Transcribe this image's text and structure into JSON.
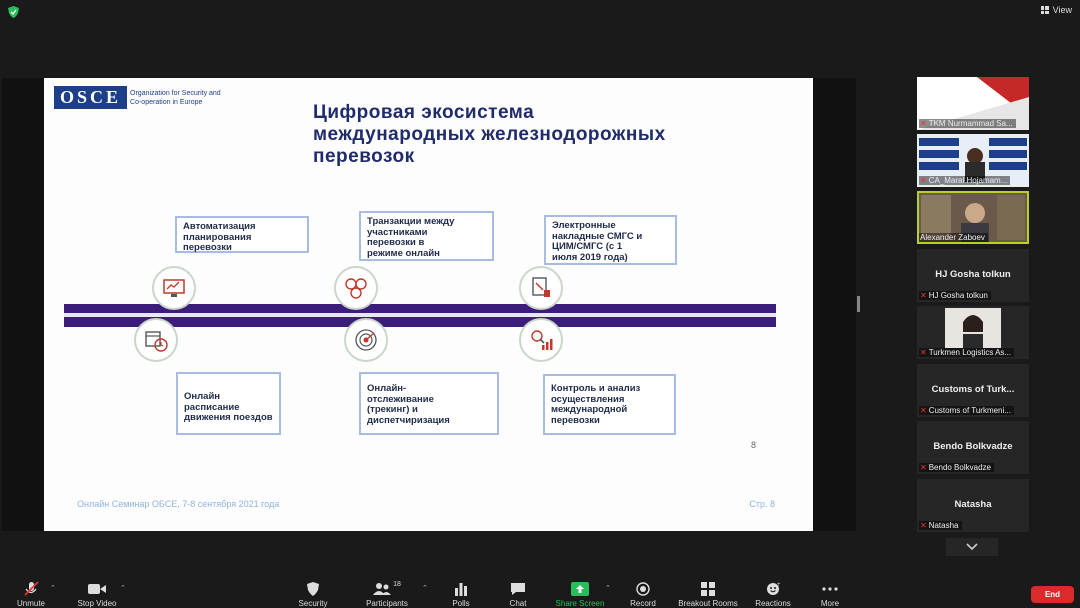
{
  "topbar": {
    "view_label": "View"
  },
  "slide": {
    "org_logo_text": "OSCE",
    "org_name": "Organization for Security and\nCo-operation in Europe",
    "title": "Цифровая экосистема\nмеждународных железнодорожных\nперевозок",
    "boxes": [
      "Автоматизация\nпланирования\nперевозки",
      "Транзакции между\nучастниками\nперевозки в\nрежиме онлайн",
      "Электронные\nнакладные СМГС и\nЦИМ/СМГС (с 1\nиюля 2019 года)",
      "Онлайн расписание\nдвижения поездов",
      "Онлайн-\nотслеживание\n(трекинг) и\nдиспетчиризация",
      "Контроль и анализ\nосуществления\nмеждународной\nперевозки"
    ],
    "page_number": "8",
    "footer_left": "Онлайн Семинар ОБСЕ, 7-8 сентября 2021 года",
    "footer_right": "Стр. 8"
  },
  "participants": [
    {
      "label": "TKM Nurmammad Sa...",
      "type": "video"
    },
    {
      "label": "CA_Maral Hojamam...",
      "type": "video"
    },
    {
      "label": "Alexander Zaboev",
      "type": "video",
      "active": true
    },
    {
      "display_name": "HJ Gosha tolkun",
      "label": "HJ Gosha tolkun",
      "type": "name"
    },
    {
      "label": "Turkmen Logistics As...",
      "type": "video"
    },
    {
      "display_name": "Customs of Turk...",
      "label": "Customs of Turkmeni...",
      "type": "name"
    },
    {
      "display_name": "Bendo Bolkvadze",
      "label": "Bendo Bolkvadze",
      "type": "name"
    },
    {
      "display_name": "Natasha",
      "label": "Natasha",
      "type": "name"
    }
  ],
  "toolbar": {
    "unmute": "Unmute",
    "stop_video": "Stop Video",
    "security": "Security",
    "participants": "Participants",
    "participants_count": "18",
    "polls": "Polls",
    "chat": "Chat",
    "share_screen": "Share Screen",
    "record": "Record",
    "breakout_rooms": "Breakout Rooms",
    "reactions": "Reactions",
    "more": "More",
    "end": "End"
  },
  "colors": {
    "share_green": "#24c15a",
    "end_red": "#d92b2b",
    "active_speaker": "#b6d12e",
    "timeline": "#3c1d7a"
  }
}
